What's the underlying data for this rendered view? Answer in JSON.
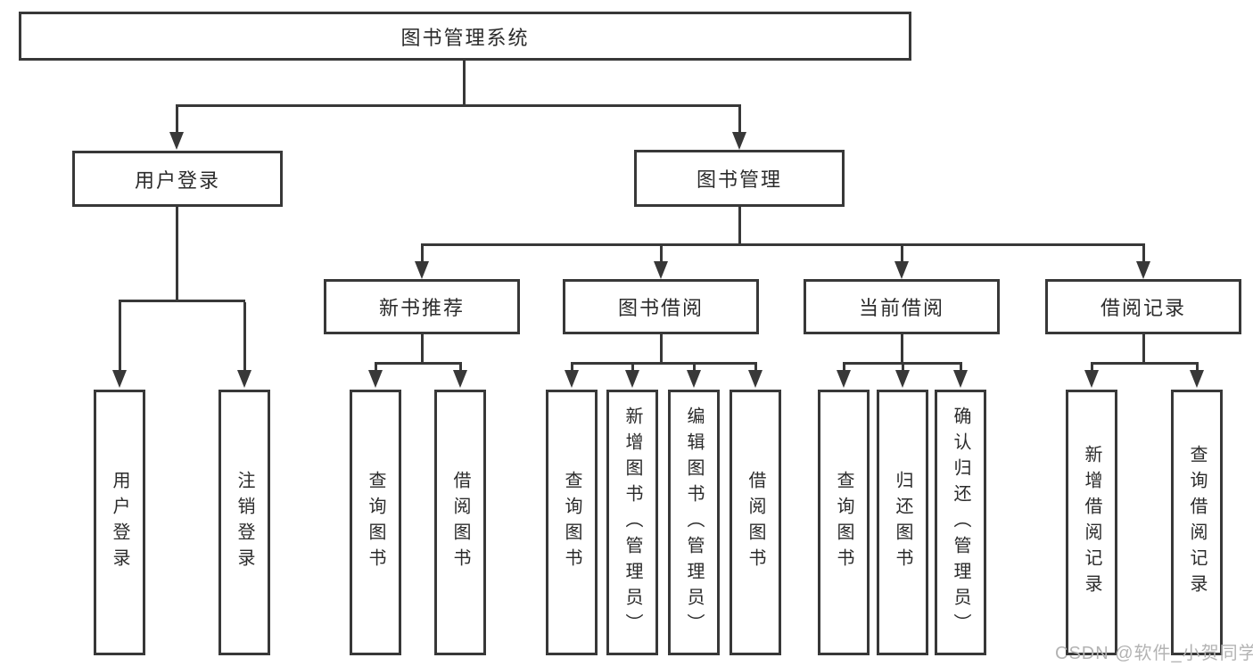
{
  "diagram": {
    "root": {
      "label": "图书管理系统"
    },
    "level2": [
      {
        "label": "用户登录"
      },
      {
        "label": "图书管理"
      }
    ],
    "level3": [
      {
        "label": "新书推荐"
      },
      {
        "label": "图书借阅"
      },
      {
        "label": "当前借阅"
      },
      {
        "label": "借阅记录"
      }
    ],
    "leaves": {
      "login": [
        {
          "label": "用户登录"
        },
        {
          "label": "注销登录"
        }
      ],
      "recommend": [
        {
          "label": "查询图书"
        },
        {
          "label": "借阅图书"
        }
      ],
      "borrow": [
        {
          "label": "查询图书"
        },
        {
          "label": "新增图书（管理员）"
        },
        {
          "label": "编辑图书（管理员）"
        },
        {
          "label": "借阅图书"
        }
      ],
      "current": [
        {
          "label": "查询图书"
        },
        {
          "label": "归还图书"
        },
        {
          "label": "确认归还（管理员）"
        }
      ],
      "records": [
        {
          "label": "新增借阅记录"
        },
        {
          "label": "查询借阅记录"
        }
      ]
    }
  },
  "watermark": {
    "text": "CSDN @软件_小贺同学"
  },
  "colors": {
    "line": "#383838",
    "text": "#2b2b2b",
    "watermark": "#b3b3b3",
    "background": "#ffffff"
  }
}
